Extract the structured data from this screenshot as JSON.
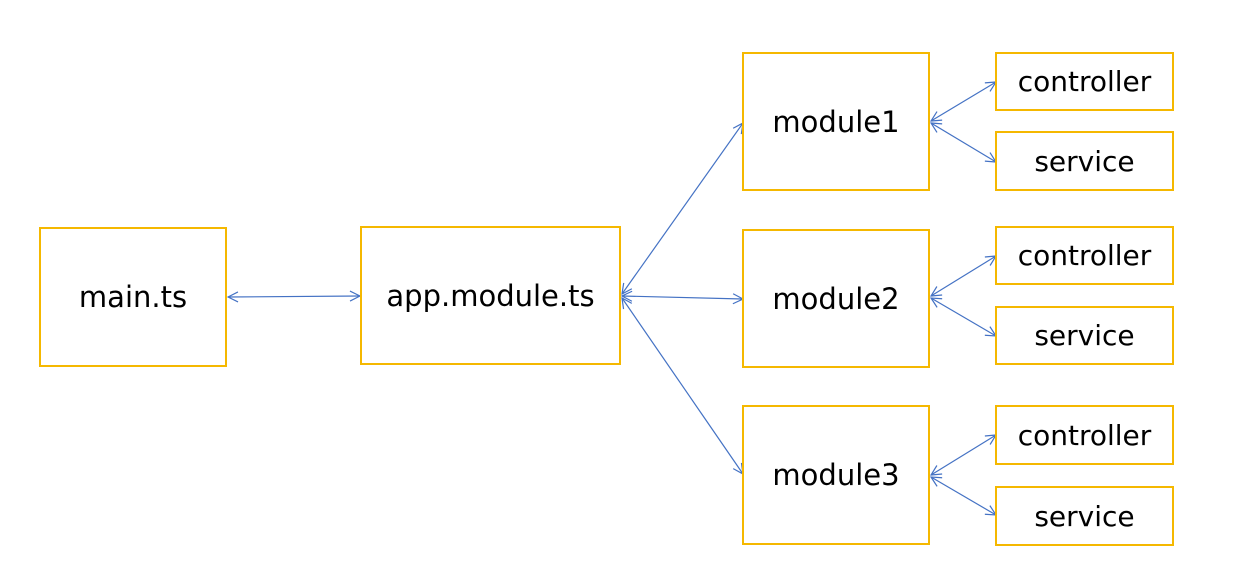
{
  "diagram": {
    "colors": {
      "box_border": "#f5b800",
      "connector": "#4472c4"
    },
    "nodes": {
      "main": "main.ts",
      "app": "app.module.ts",
      "module1": "module1",
      "module2": "module2",
      "module3": "module3",
      "module1_controller": "controller",
      "module1_service": "service",
      "module2_controller": "controller",
      "module2_service": "service",
      "module3_controller": "controller",
      "module3_service": "service"
    },
    "edges": [
      {
        "from": "main.ts",
        "to": "app.module.ts",
        "direction": "both"
      },
      {
        "from": "app.module.ts",
        "to": "module1",
        "direction": "both"
      },
      {
        "from": "app.module.ts",
        "to": "module2",
        "direction": "both"
      },
      {
        "from": "app.module.ts",
        "to": "module3",
        "direction": "both"
      },
      {
        "from": "module1",
        "to": "controller",
        "direction": "both"
      },
      {
        "from": "module1",
        "to": "service",
        "direction": "both"
      },
      {
        "from": "module2",
        "to": "controller",
        "direction": "both"
      },
      {
        "from": "module2",
        "to": "service",
        "direction": "both"
      },
      {
        "from": "module3",
        "to": "controller",
        "direction": "both"
      },
      {
        "from": "module3",
        "to": "service",
        "direction": "both"
      }
    ]
  }
}
